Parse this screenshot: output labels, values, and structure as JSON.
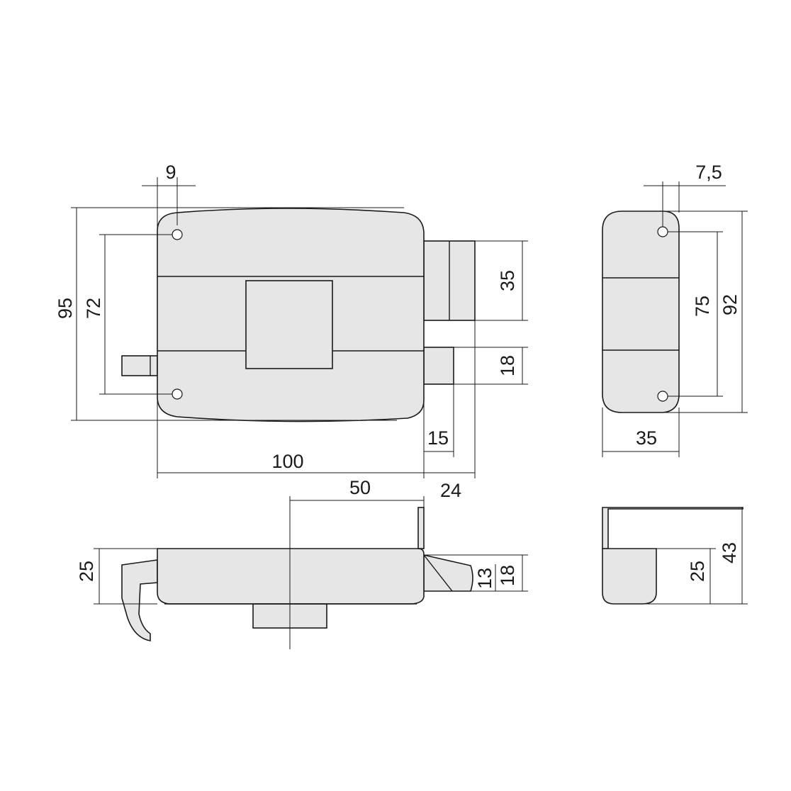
{
  "dimensions": {
    "hole_offset": "9",
    "overall_height": "95",
    "hole_spacing": "72",
    "bolt_height": "35",
    "latch_height": "18",
    "latch_throw": "15",
    "body_width": "100",
    "bolt_throw": "24",
    "cylinder_offset": "50",
    "side_hole_offset": "7,5",
    "side_hole_spacing": "75",
    "side_height": "92",
    "side_depth": "35",
    "body_thickness": "25",
    "latch_end_inner": "13",
    "latch_end_outer": "18",
    "end_thickness": "25",
    "end_total": "43"
  }
}
